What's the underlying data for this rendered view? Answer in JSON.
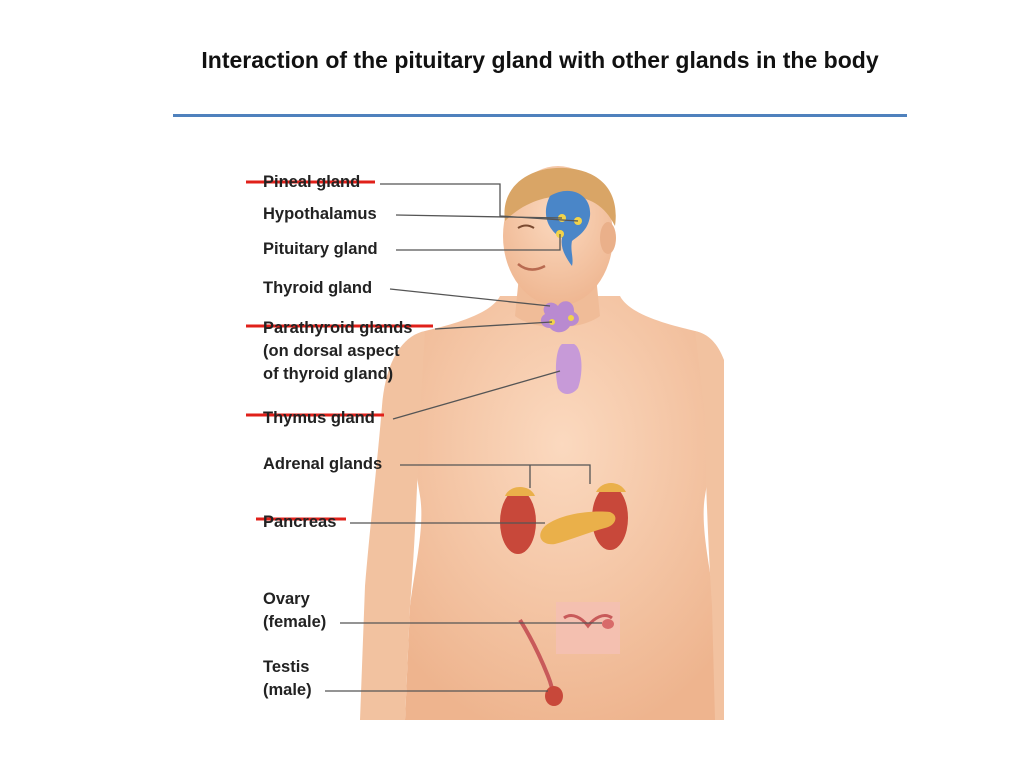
{
  "title": "Interaction of the pituitary gland with other glands in the body",
  "labels": {
    "pineal": "Pineal gland",
    "hypothalamus": "Hypothalamus",
    "pituitary": "Pituitary gland",
    "thyroid": "Thyroid gland",
    "parathyroid_1": "Parathyroid glands",
    "parathyroid_2": "(on dorsal aspect",
    "parathyroid_3": "of thyroid gland)",
    "thymus": "Thymus gland",
    "adrenal": "Adrenal glands",
    "pancreas": "Pancreas",
    "ovary_1": "Ovary",
    "ovary_2": "(female)",
    "testis_1": "Testis",
    "testis_2": "(male)"
  },
  "struck_out": [
    "Pineal gland",
    "Parathyroid glands",
    "Thymus gland",
    "Pancreas"
  ],
  "colors": {
    "title_rule": "#4f81bd",
    "strike": "#e0201a",
    "skin": "#f6c8a6",
    "brain": "#4a86c8",
    "gland_purple": "#b98ad0",
    "kidney": "#c8483a",
    "pancreas": "#eab04a",
    "ovary_box": "#f4c0b0"
  }
}
